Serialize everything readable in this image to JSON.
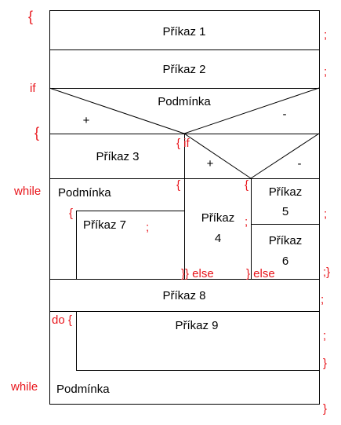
{
  "colors": {
    "lines": "#000000",
    "text": "#000000",
    "annotation": "#e8151b",
    "background": "#ffffff"
  },
  "diagram": {
    "cmd1": "Příkaz 1",
    "cmd2": "Příkaz 2",
    "if_condition": "Podmínka",
    "if_plus": "+",
    "if_minus": "-",
    "cmd3": "Příkaz 3",
    "inner_if_plus": "+",
    "inner_if_minus": "-",
    "while_condition": "Podmínka",
    "cmd7": "Příkaz 7",
    "cmd4_line1": "Příkaz",
    "cmd4_line2": "4",
    "cmd5_line1": "Příkaz",
    "cmd5_line2": "5",
    "cmd6_line1": "Příkaz",
    "cmd6_line2": "6",
    "cmd8": "Příkaz 8",
    "cmd9": "Příkaz 9",
    "do_while_condition": "Podmínka"
  },
  "annotations": {
    "open_brace_top": "{",
    "semi_1": ";",
    "semi_2": ";",
    "if_kw": "if",
    "open_brace_if": "{",
    "inner_if": "{ if",
    "while_kw": "while",
    "brace_inner_plus": "{",
    "brace_inner_minus": "{",
    "brace_while_body": "{",
    "semi_cmd7": ";",
    "semi_cmd4": ";",
    "semi_cmd5": ";",
    "close_else_1": "}} else",
    "close_else_2": "} else",
    "semi_close": ";}",
    "semi_cmd8": ";",
    "do_kw": "do {",
    "semi_cmd9": ";",
    "close_do": "}",
    "while_kw_2": "while",
    "close_final": "}"
  }
}
